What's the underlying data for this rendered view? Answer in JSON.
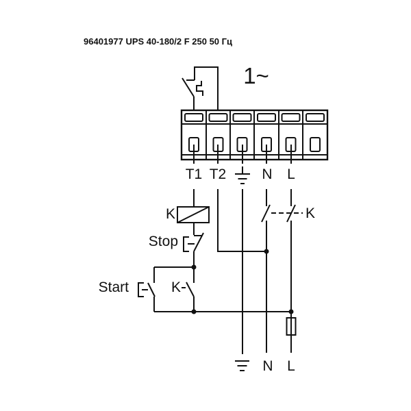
{
  "title": "96401977 UPS 40-180/2 F 250 50 Гц",
  "schematic": {
    "phase_label": "1~",
    "terminal_labels": {
      "t1": "T1",
      "t2": "T2",
      "n": "N",
      "l": "L"
    },
    "coil_label": "K",
    "main_contact_label": "K",
    "hold_contact_label": "K",
    "stop_label": "Stop",
    "start_label": "Start",
    "supply_labels": {
      "n": "N",
      "l": "L"
    },
    "colors": {
      "line": "#111111",
      "background": "#ffffff"
    }
  }
}
